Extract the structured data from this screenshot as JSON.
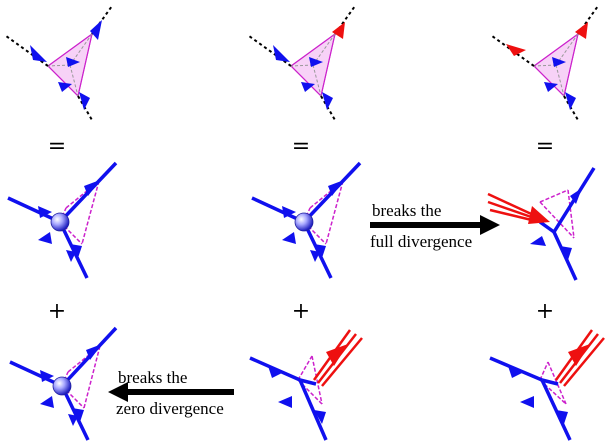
{
  "colors": {
    "blue": "#1010ee",
    "red": "#ee1010",
    "magenta": "#cc22cc",
    "pink_fill": "#f7d2f7",
    "black": "#000000"
  },
  "equals": [
    "=",
    "=",
    "="
  ],
  "plus": [
    "+",
    "+",
    "+",
    "+"
  ],
  "annotations": {
    "full": {
      "line1": "breaks the",
      "line2": "full divergence"
    },
    "zero": {
      "line1": "breaks the",
      "line2": "zero divergence"
    }
  }
}
